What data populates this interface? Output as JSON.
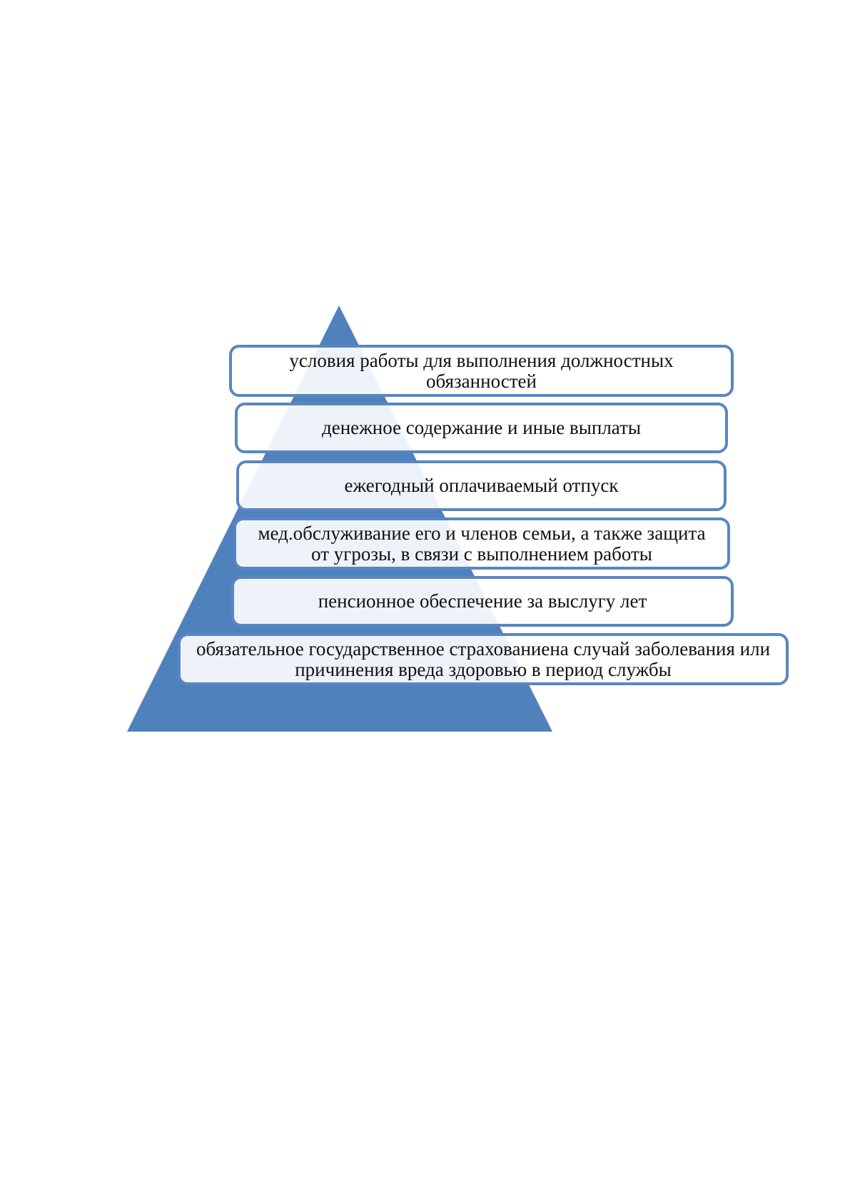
{
  "diagram": {
    "type": "pyramid",
    "colors": {
      "pyramid_fill": "#4f81bd",
      "box_border": "#5a86c0",
      "box_fill": "#ffffff",
      "text": "#111111"
    },
    "levels": [
      {
        "label": "условия работы для выполнения должностных обязанностей"
      },
      {
        "label": "денежное содержание и иные выплаты"
      },
      {
        "label": "ежегодный оплачиваемый отпуск"
      },
      {
        "label": "мед.обслуживание его и членов семьи, а также защита от  угрозы, в связи с выполнением работы"
      },
      {
        "label": "пенсионное обеспечение за выслугу лет"
      },
      {
        "label": "обязательное государственное страхованиена случай заболевания или причинения вреда здоровью в период службы"
      }
    ]
  }
}
